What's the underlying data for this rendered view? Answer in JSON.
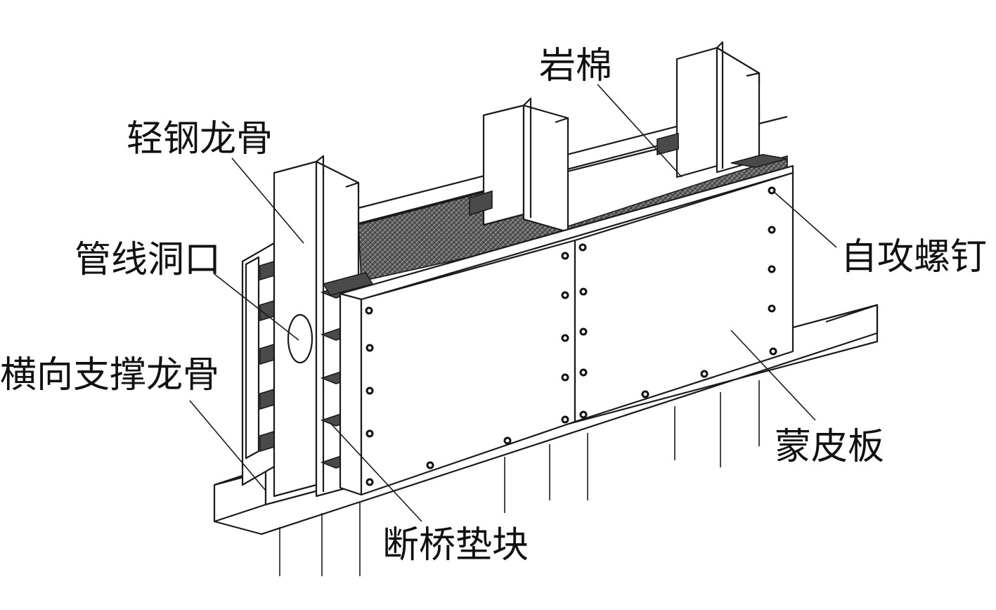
{
  "labels": {
    "light_steel_keel": "轻钢龙骨",
    "pipe_hole": "管线洞口",
    "cross_brace_keel": "横向支撑龙骨",
    "rock_wool": "岩棉",
    "self_tapping_screw": "自攻螺钉",
    "skin_board": "蒙皮板",
    "thermal_break_pad": "断桥垫块"
  }
}
